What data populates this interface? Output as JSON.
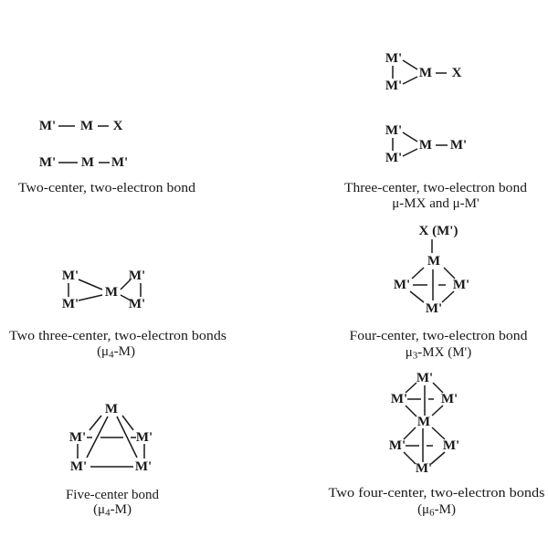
{
  "page": {
    "background": "#ffffff",
    "ink": "#1a1a1a"
  },
  "atoms": {
    "m": "M",
    "m_prime": "M'",
    "x": "X",
    "x_or_m_prime": "X (M')"
  },
  "sections": {
    "two_center": {
      "caption": "Two-center, two-electron bond"
    },
    "three_center": {
      "caption": "Three-center, two-electron bond",
      "subcaption": "μ-MX and μ-M'"
    },
    "two_three_center": {
      "caption": "Two three-center, two-electron bonds",
      "subcaption_parts": [
        "(μ",
        "4",
        "-M)"
      ]
    },
    "four_center": {
      "caption": "Four-center, two-electron bond",
      "subcaption_parts": [
        "μ",
        "3",
        "-MX (M')"
      ]
    },
    "five_center": {
      "caption": "Five-center bond",
      "subcaption_parts": [
        "(μ",
        "4",
        "-M)"
      ]
    },
    "two_four_center": {
      "caption": "Two four-center, two-electron bonds",
      "subcaption_parts": [
        "(μ",
        "6",
        "-M)"
      ]
    }
  }
}
